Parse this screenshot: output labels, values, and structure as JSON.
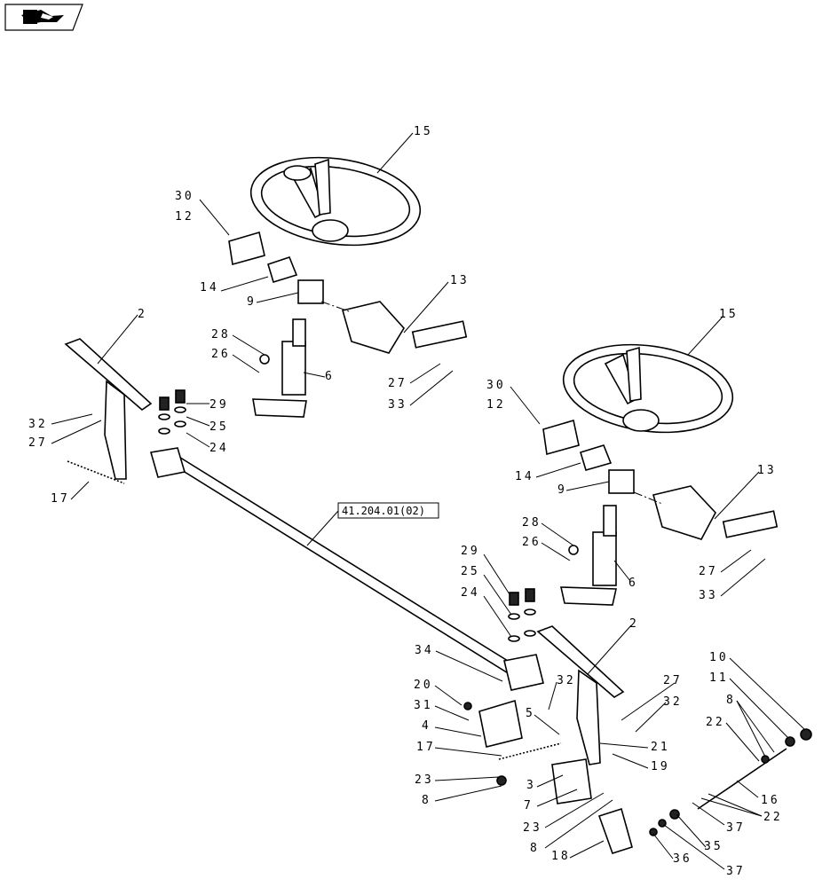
{
  "nav_button": {
    "icon": "return-arrow-icon"
  },
  "reference_box": "41.204.01(02)",
  "callouts": [
    "15",
    "30",
    "12",
    "14",
    "9",
    "13",
    "28",
    "26",
    "6",
    "27",
    "33",
    "2",
    "32",
    "27",
    "29",
    "25",
    "24",
    "17",
    "15",
    "30",
    "12",
    "14",
    "9",
    "13",
    "28",
    "26",
    "6",
    "27",
    "33",
    "29",
    "25",
    "24",
    "34",
    "2",
    "32",
    "27",
    "32",
    "20",
    "31",
    "4",
    "5",
    "21",
    "17",
    "19",
    "23",
    "3",
    "8",
    "7",
    "23",
    "8",
    "18",
    "10",
    "11",
    "8",
    "22",
    "16",
    "22",
    "37",
    "35",
    "36",
    "37"
  ]
}
